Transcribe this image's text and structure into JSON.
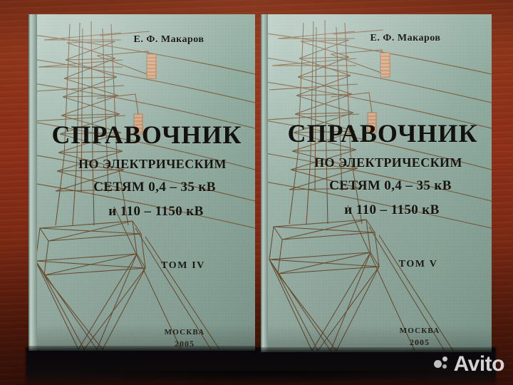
{
  "scene": {
    "description": "Two hardcover reference books standing on a dark reddish-brown wooden table",
    "background_color": "#8b3117",
    "cover_color": "#9cb7ab",
    "ink_color": "#1d1b17",
    "artwork_color": "#7a5a3a"
  },
  "books": [
    {
      "id": "volume-4",
      "author": "Е. Ф. Макаров",
      "title": "СПРАВОЧНИК",
      "subtitle_line1": "ПО ЭЛЕКТРИЧЕСКИМ",
      "subtitle_line2": "СЕТЯМ 0,4 – 35 кВ",
      "subtitle_line3": "и 110 – 1150 кВ",
      "volume": "ТОМ IV",
      "city": "МОСКВА",
      "year": "2005"
    },
    {
      "id": "volume-5",
      "author": "Е. Ф. Макаров",
      "title": "СПРАВОЧНИК",
      "subtitle_line1": "ПО ЭЛЕКТРИЧЕСКИМ",
      "subtitle_line2": "СЕТЯМ 0,4 – 35 кВ",
      "subtitle_line3": "и 110 – 1150 кВ",
      "volume": "ТОМ V",
      "city": "МОСКВА",
      "year": "2005"
    }
  ],
  "watermark": {
    "brand": "Avito",
    "logo_icon": "avito-dots-icon",
    "color": "#e4e4e4"
  }
}
